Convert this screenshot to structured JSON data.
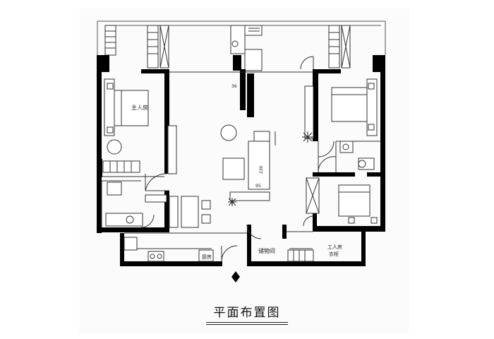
{
  "drawing": {
    "title": "平面布置图"
  },
  "rooms": {
    "master_bedroom": "主人房",
    "storage_room": "储物间",
    "kitchen": "厨房",
    "second_bedroom_line1": "工人房",
    "second_bedroom_line2": "衣柜"
  },
  "dimensions": {
    "column_mark": "36",
    "sofa_length": "230",
    "sofa_depth": "95"
  },
  "colors": {
    "wall": "#000000",
    "line": "#333333",
    "paper": "#fbfbfb"
  }
}
